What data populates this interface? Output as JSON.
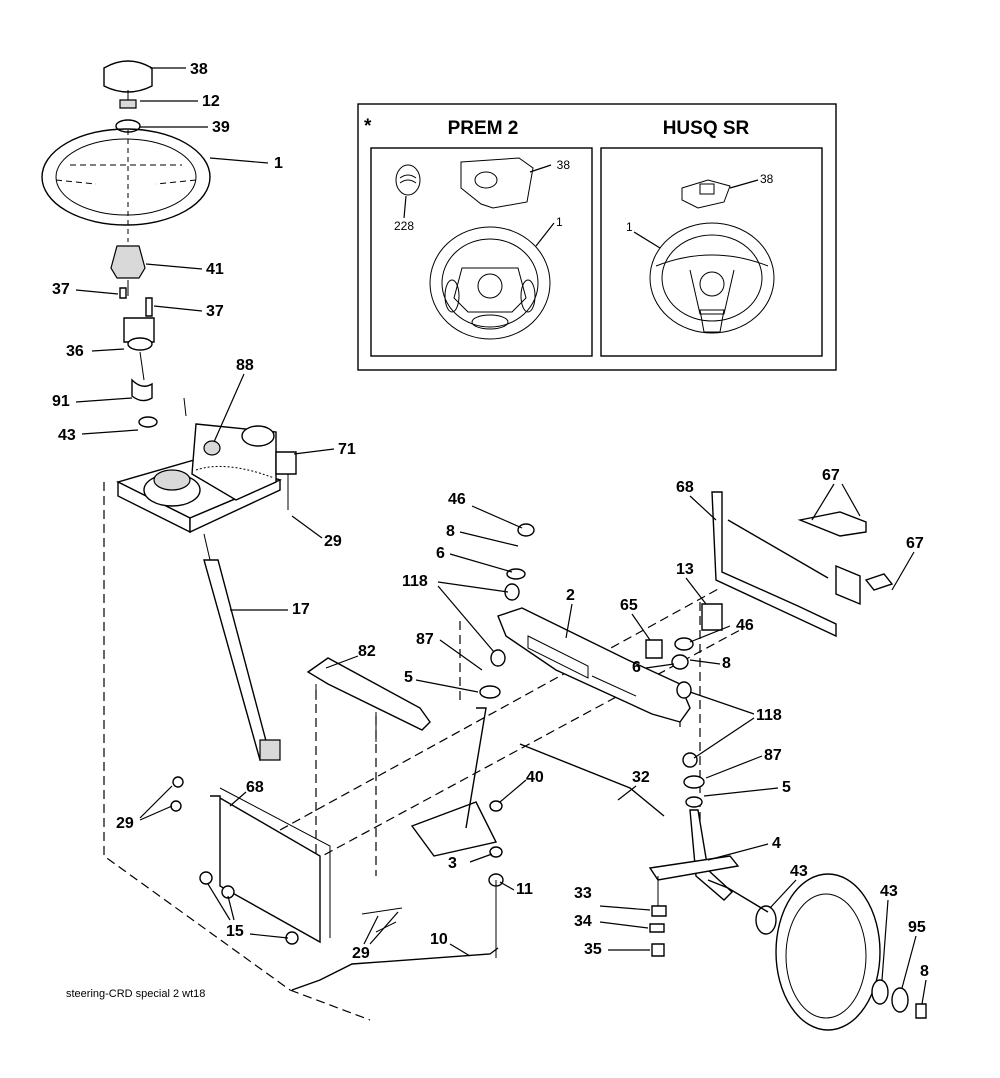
{
  "inset": {
    "marker": "*",
    "panels": [
      {
        "title": "PREM 2",
        "labels": [
          "38",
          "228",
          "1"
        ]
      },
      {
        "title": "HUSQ SR",
        "labels": [
          "38",
          "1"
        ]
      }
    ]
  },
  "callouts": [
    {
      "id": "c38",
      "text": "38"
    },
    {
      "id": "c12",
      "text": "12"
    },
    {
      "id": "c39",
      "text": "39"
    },
    {
      "id": "c1",
      "text": "1"
    },
    {
      "id": "c41",
      "text": "41"
    },
    {
      "id": "c37a",
      "text": "37"
    },
    {
      "id": "c37b",
      "text": "37"
    },
    {
      "id": "c36",
      "text": "36"
    },
    {
      "id": "c88",
      "text": "88"
    },
    {
      "id": "c91",
      "text": "91"
    },
    {
      "id": "c43a",
      "text": "43"
    },
    {
      "id": "c71",
      "text": "71"
    },
    {
      "id": "c29a",
      "text": "29"
    },
    {
      "id": "c17",
      "text": "17"
    },
    {
      "id": "c46a",
      "text": "46"
    },
    {
      "id": "c8a",
      "text": "8"
    },
    {
      "id": "c6a",
      "text": "6"
    },
    {
      "id": "c118a",
      "text": "118"
    },
    {
      "id": "c87a",
      "text": "87"
    },
    {
      "id": "c5a",
      "text": "5"
    },
    {
      "id": "c82",
      "text": "82"
    },
    {
      "id": "c2",
      "text": "2"
    },
    {
      "id": "c68a",
      "text": "68"
    },
    {
      "id": "c67a",
      "text": "67"
    },
    {
      "id": "c67b",
      "text": "67"
    },
    {
      "id": "c13",
      "text": "13"
    },
    {
      "id": "c65",
      "text": "65"
    },
    {
      "id": "c46b",
      "text": "46"
    },
    {
      "id": "c6b",
      "text": "6"
    },
    {
      "id": "c8b",
      "text": "8"
    },
    {
      "id": "c118b",
      "text": "118"
    },
    {
      "id": "c87b",
      "text": "87"
    },
    {
      "id": "c5b",
      "text": "5"
    },
    {
      "id": "c40",
      "text": "40"
    },
    {
      "id": "c32",
      "text": "32"
    },
    {
      "id": "c4",
      "text": "4"
    },
    {
      "id": "c29b",
      "text": "29"
    },
    {
      "id": "c68b",
      "text": "68"
    },
    {
      "id": "c3",
      "text": "3"
    },
    {
      "id": "c11",
      "text": "11"
    },
    {
      "id": "c33",
      "text": "33"
    },
    {
      "id": "c43b",
      "text": "43"
    },
    {
      "id": "c43c",
      "text": "43"
    },
    {
      "id": "c34",
      "text": "34"
    },
    {
      "id": "c95",
      "text": "95"
    },
    {
      "id": "c15",
      "text": "15"
    },
    {
      "id": "c29c",
      "text": "29"
    },
    {
      "id": "c10",
      "text": "10"
    },
    {
      "id": "c35",
      "text": "35"
    },
    {
      "id": "c8c",
      "text": "8"
    }
  ],
  "caption": "steering-CRD special 2 wt18"
}
